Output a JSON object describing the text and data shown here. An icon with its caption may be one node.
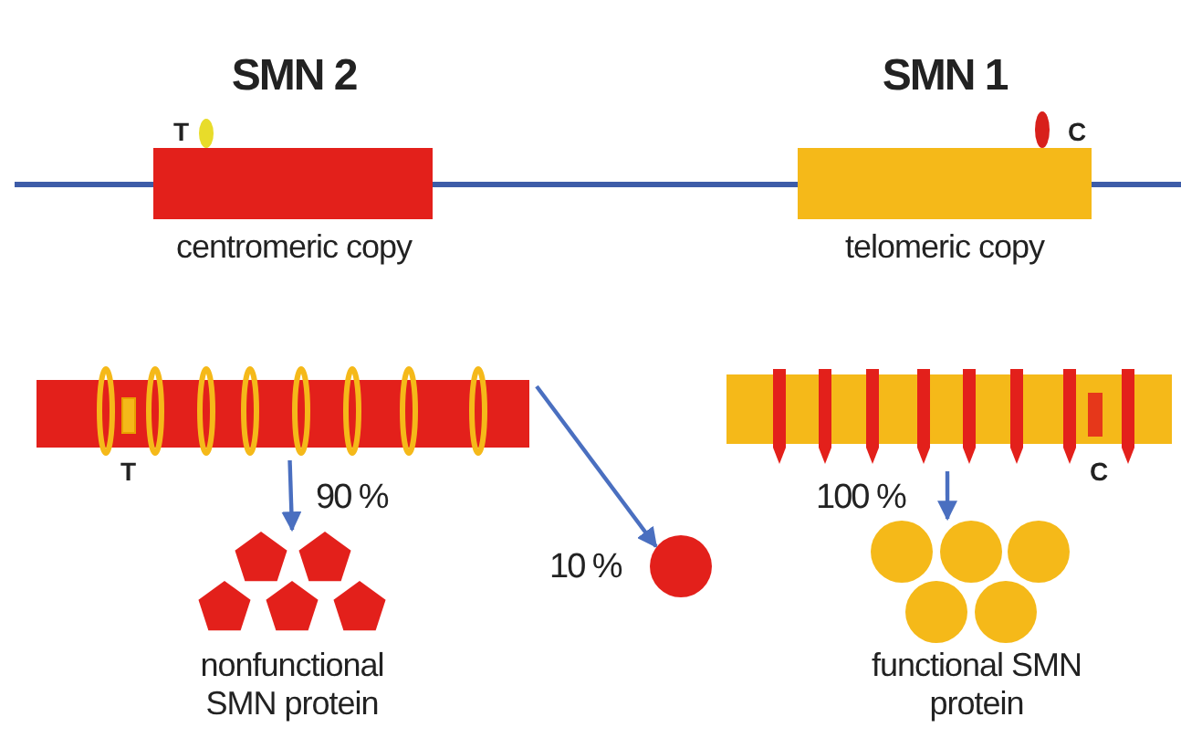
{
  "diagram": {
    "nodes": [
      {
        "text": [
          "SMN 2"
        ],
        "beside": [
          "centromeric copy"
        ]
      },
      {
        "text": [
          "SMN 1"
        ],
        "beside": [
          "telomeric copy"
        ]
      },
      {
        "text": [],
        "shape": "bar"
      },
      {
        "text": [],
        "shape": "bar"
      },
      {
        "text": [],
        "shape": "picture",
        "beside": [
          "nonfunctional SMN protein"
        ]
      },
      {
        "text": [],
        "shape": "circle"
      },
      {
        "text": [],
        "shape": "picture",
        "beside": [
          "functional SMN protein"
        ]
      }
    ],
    "edges": [
      {
        "from": 2,
        "to": 4,
        "arrow": "to",
        "label": "90 %"
      },
      {
        "from": 2,
        "to": 5,
        "arrow": "to",
        "label": "10 %"
      },
      {
        "from": 3,
        "to": 6,
        "arrow": "to",
        "label": "100 %"
      }
    ],
    "labels": [
      "T",
      "C",
      "T",
      "C"
    ]
  }
}
